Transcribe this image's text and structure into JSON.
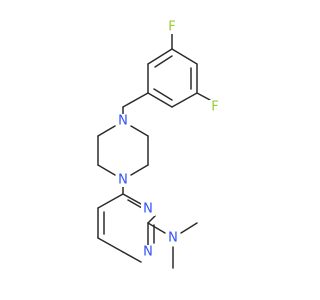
{
  "molecule": {
    "atoms": {
      "f_top": {
        "symbol": "F",
        "color": "#9acd32"
      },
      "f_right": {
        "symbol": "F",
        "color": "#9acd32"
      },
      "n_pip_top": {
        "symbol": "N",
        "color": "#3050f8"
      },
      "n_pip_bottom": {
        "symbol": "N",
        "color": "#3050f8"
      },
      "n_pyr_1": {
        "symbol": "N",
        "color": "#3050f8"
      },
      "n_pyr_2": {
        "symbol": "N",
        "color": "#3050f8"
      },
      "n_amine": {
        "symbol": "N",
        "color": "#3050f8"
      }
    },
    "bond_color": "#2b2b2b",
    "background": "#ffffff"
  }
}
